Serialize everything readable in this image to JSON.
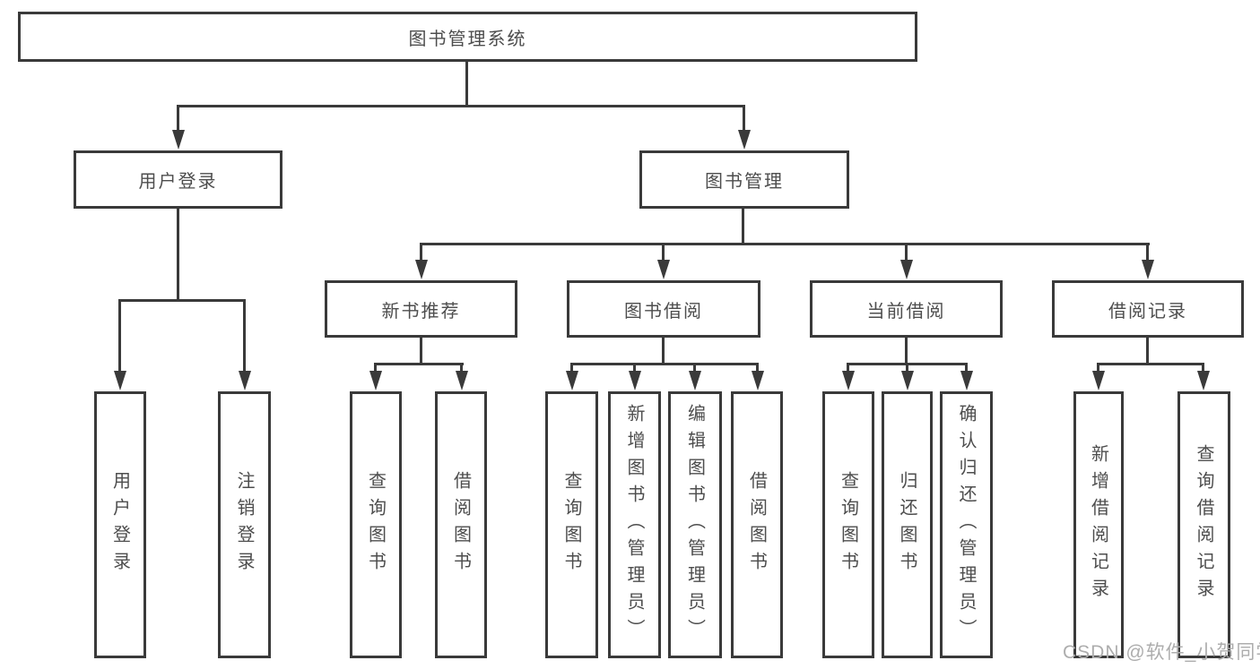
{
  "diagram_title": "图书管理系统",
  "watermark": "CSDN @软件_小贺同学",
  "colors": {
    "line": "#3a3a3a",
    "text": "#4d4d4d",
    "watermark_text": "#adadad",
    "background": "#ffffff"
  },
  "tree": {
    "label": "图书管理系统",
    "children": [
      {
        "label": "用户登录",
        "children": [
          {
            "label": "用户登录"
          },
          {
            "label": "注销登录"
          }
        ]
      },
      {
        "label": "图书管理",
        "children": [
          {
            "label": "新书推荐",
            "children": [
              {
                "label": "查询图书"
              },
              {
                "label": "借阅图书"
              }
            ]
          },
          {
            "label": "图书借阅",
            "children": [
              {
                "label": "查询图书"
              },
              {
                "label": "新增图书（管理员）"
              },
              {
                "label": "编辑图书（管理员）"
              },
              {
                "label": "借阅图书"
              }
            ]
          },
          {
            "label": "当前借阅",
            "children": [
              {
                "label": "查询图书"
              },
              {
                "label": "归还图书"
              },
              {
                "label": "确认归还（管理员）"
              }
            ]
          },
          {
            "label": "借阅记录",
            "children": [
              {
                "label": "新增借阅记录"
              },
              {
                "label": "查询借阅记录"
              }
            ]
          }
        ]
      }
    ]
  }
}
